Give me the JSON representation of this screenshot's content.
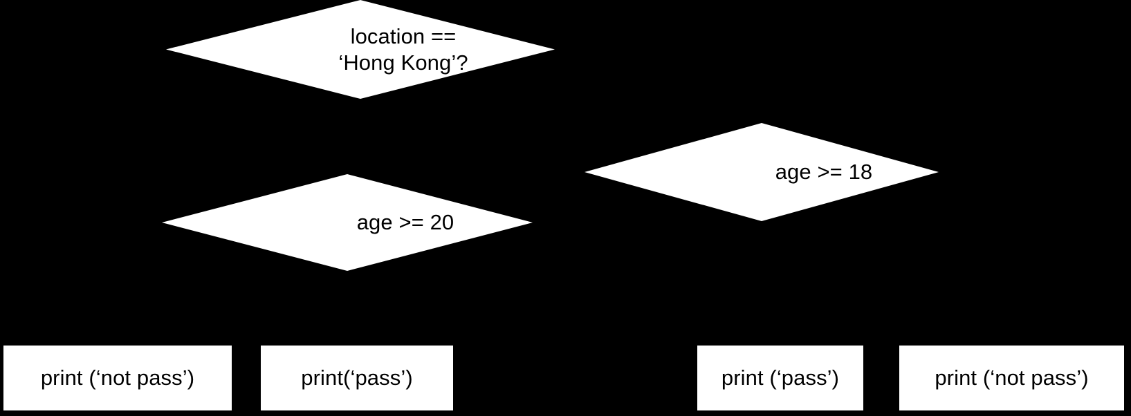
{
  "diagram": {
    "type": "flowchart",
    "title": "",
    "background_color": "#000000",
    "shape_fill_color": "#ffffff",
    "text_color": "#000000",
    "nodes": [
      {
        "id": "decision-location",
        "shape": "diamond",
        "label": "location ==\n‘Hong Kong’?",
        "line1": "location ==",
        "line2": "‘Hong Kong’?"
      },
      {
        "id": "decision-age-18",
        "shape": "diamond",
        "label": "age >= 18"
      },
      {
        "id": "decision-age-20",
        "shape": "diamond",
        "label": "age >= 20"
      },
      {
        "id": "process-not-pass-left",
        "shape": "rectangle",
        "label": "print (‘not pass’)"
      },
      {
        "id": "process-pass-left",
        "shape": "rectangle",
        "label": "print(‘pass’)"
      },
      {
        "id": "process-pass-right",
        "shape": "rectangle",
        "label": "print (‘pass’)"
      },
      {
        "id": "process-not-pass-right",
        "shape": "rectangle",
        "label": "print (‘not pass’)"
      }
    ]
  }
}
